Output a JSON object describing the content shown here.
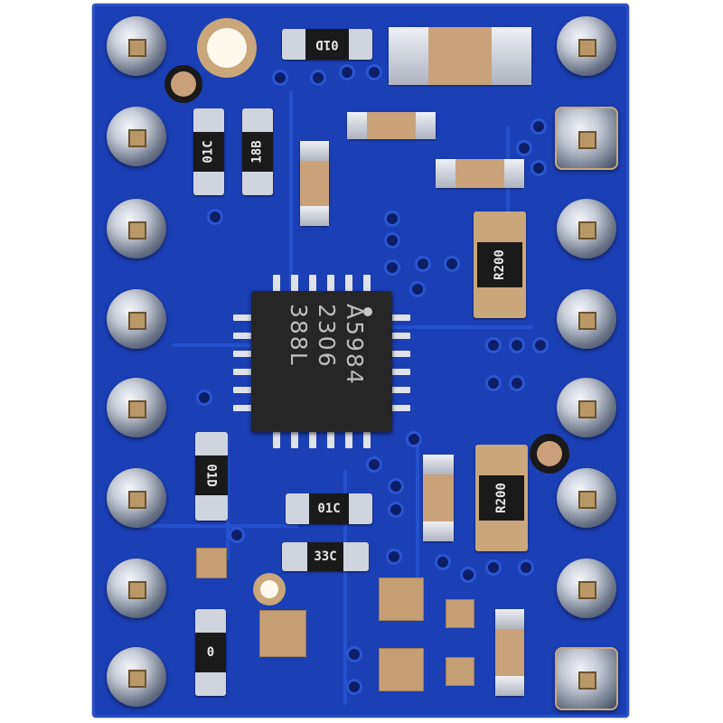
{
  "scene": {
    "subject": "stepper motor driver carrier PCB",
    "board_color": "#1b3fb5",
    "background_color": "#ffffff"
  },
  "ic": {
    "marking_lines": [
      "A5984",
      "2306",
      "388L"
    ],
    "package": "QFN"
  },
  "resistors": [
    {
      "label": "01D"
    },
    {
      "label": "01C"
    },
    {
      "label": "18B"
    },
    {
      "label": "R200"
    },
    {
      "label": "01D"
    },
    {
      "label": "01C"
    },
    {
      "label": "33C"
    },
    {
      "label": "R200"
    },
    {
      "label": "0"
    }
  ],
  "header_pins": {
    "left_count": 8,
    "right_count": 8
  }
}
